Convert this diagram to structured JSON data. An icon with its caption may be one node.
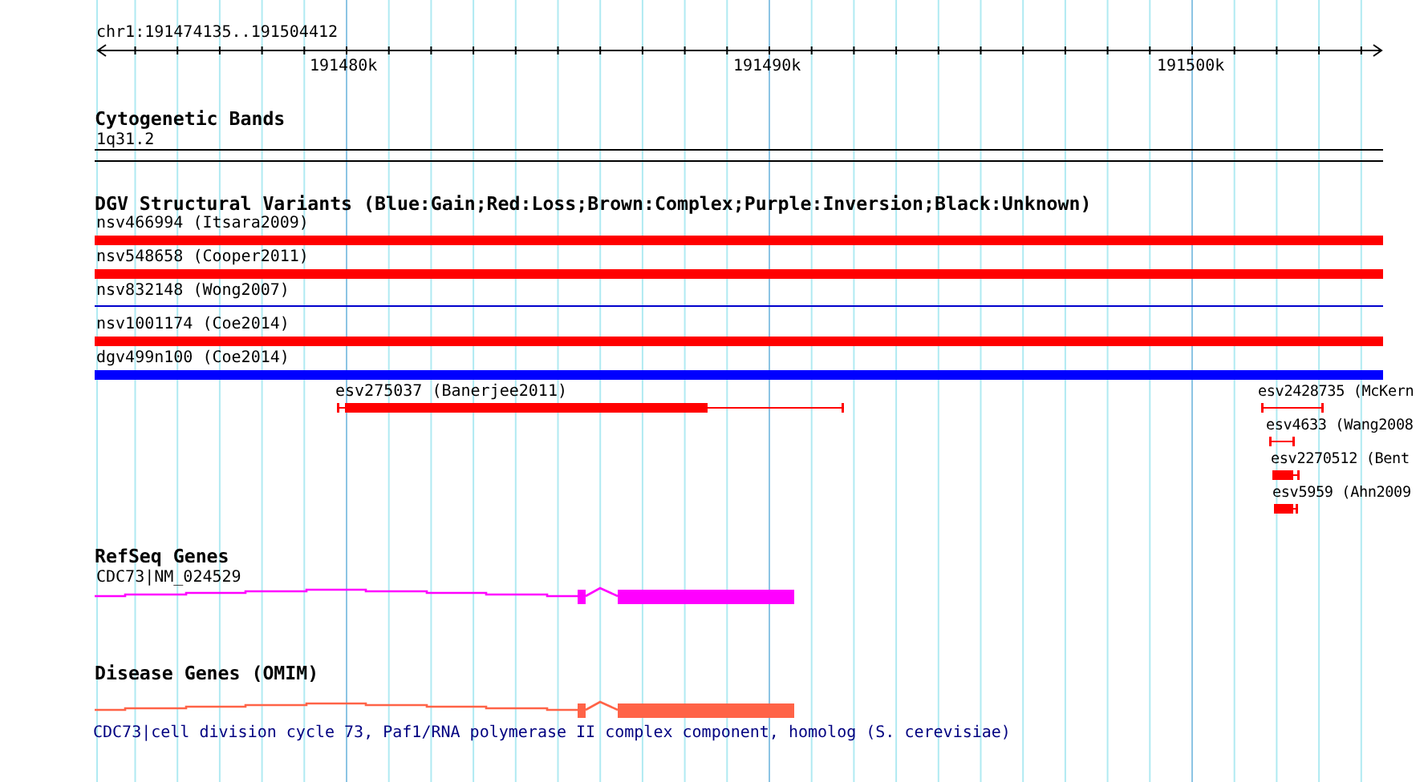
{
  "diagram": {
    "labels": [
      "chr1:191474135..191504412",
      "191480k",
      "191490k",
      "191500k",
      "Cytogenetic Bands",
      "1q31.2",
      "DGV Structural Variants (Blue:Gain;Red:Loss;Brown:Complex;Purple:Inversion;Black:Unknown)",
      "nsv466994 (Itsara2009)",
      "nsv548658 (Cooper2011)",
      "nsv832148 (Wong2007)",
      "nsv1001174 (Coe2014)",
      "dgv499n100 (Coe2014)",
      "esv275037 (Banerjee2011)",
      "esv2428735 (McKern",
      "esv4633 (Wang2008",
      "esv2270512 (Bent",
      "esv5959 (Ahn2009",
      "RefSeq Genes",
      "CDC73|NM_024529",
      "Disease Genes (OMIM)",
      "CDC73|cell division cycle 73, Paf1/RNA polymerase II complex component, homolog (S. cerevisiae)"
    ]
  }
}
